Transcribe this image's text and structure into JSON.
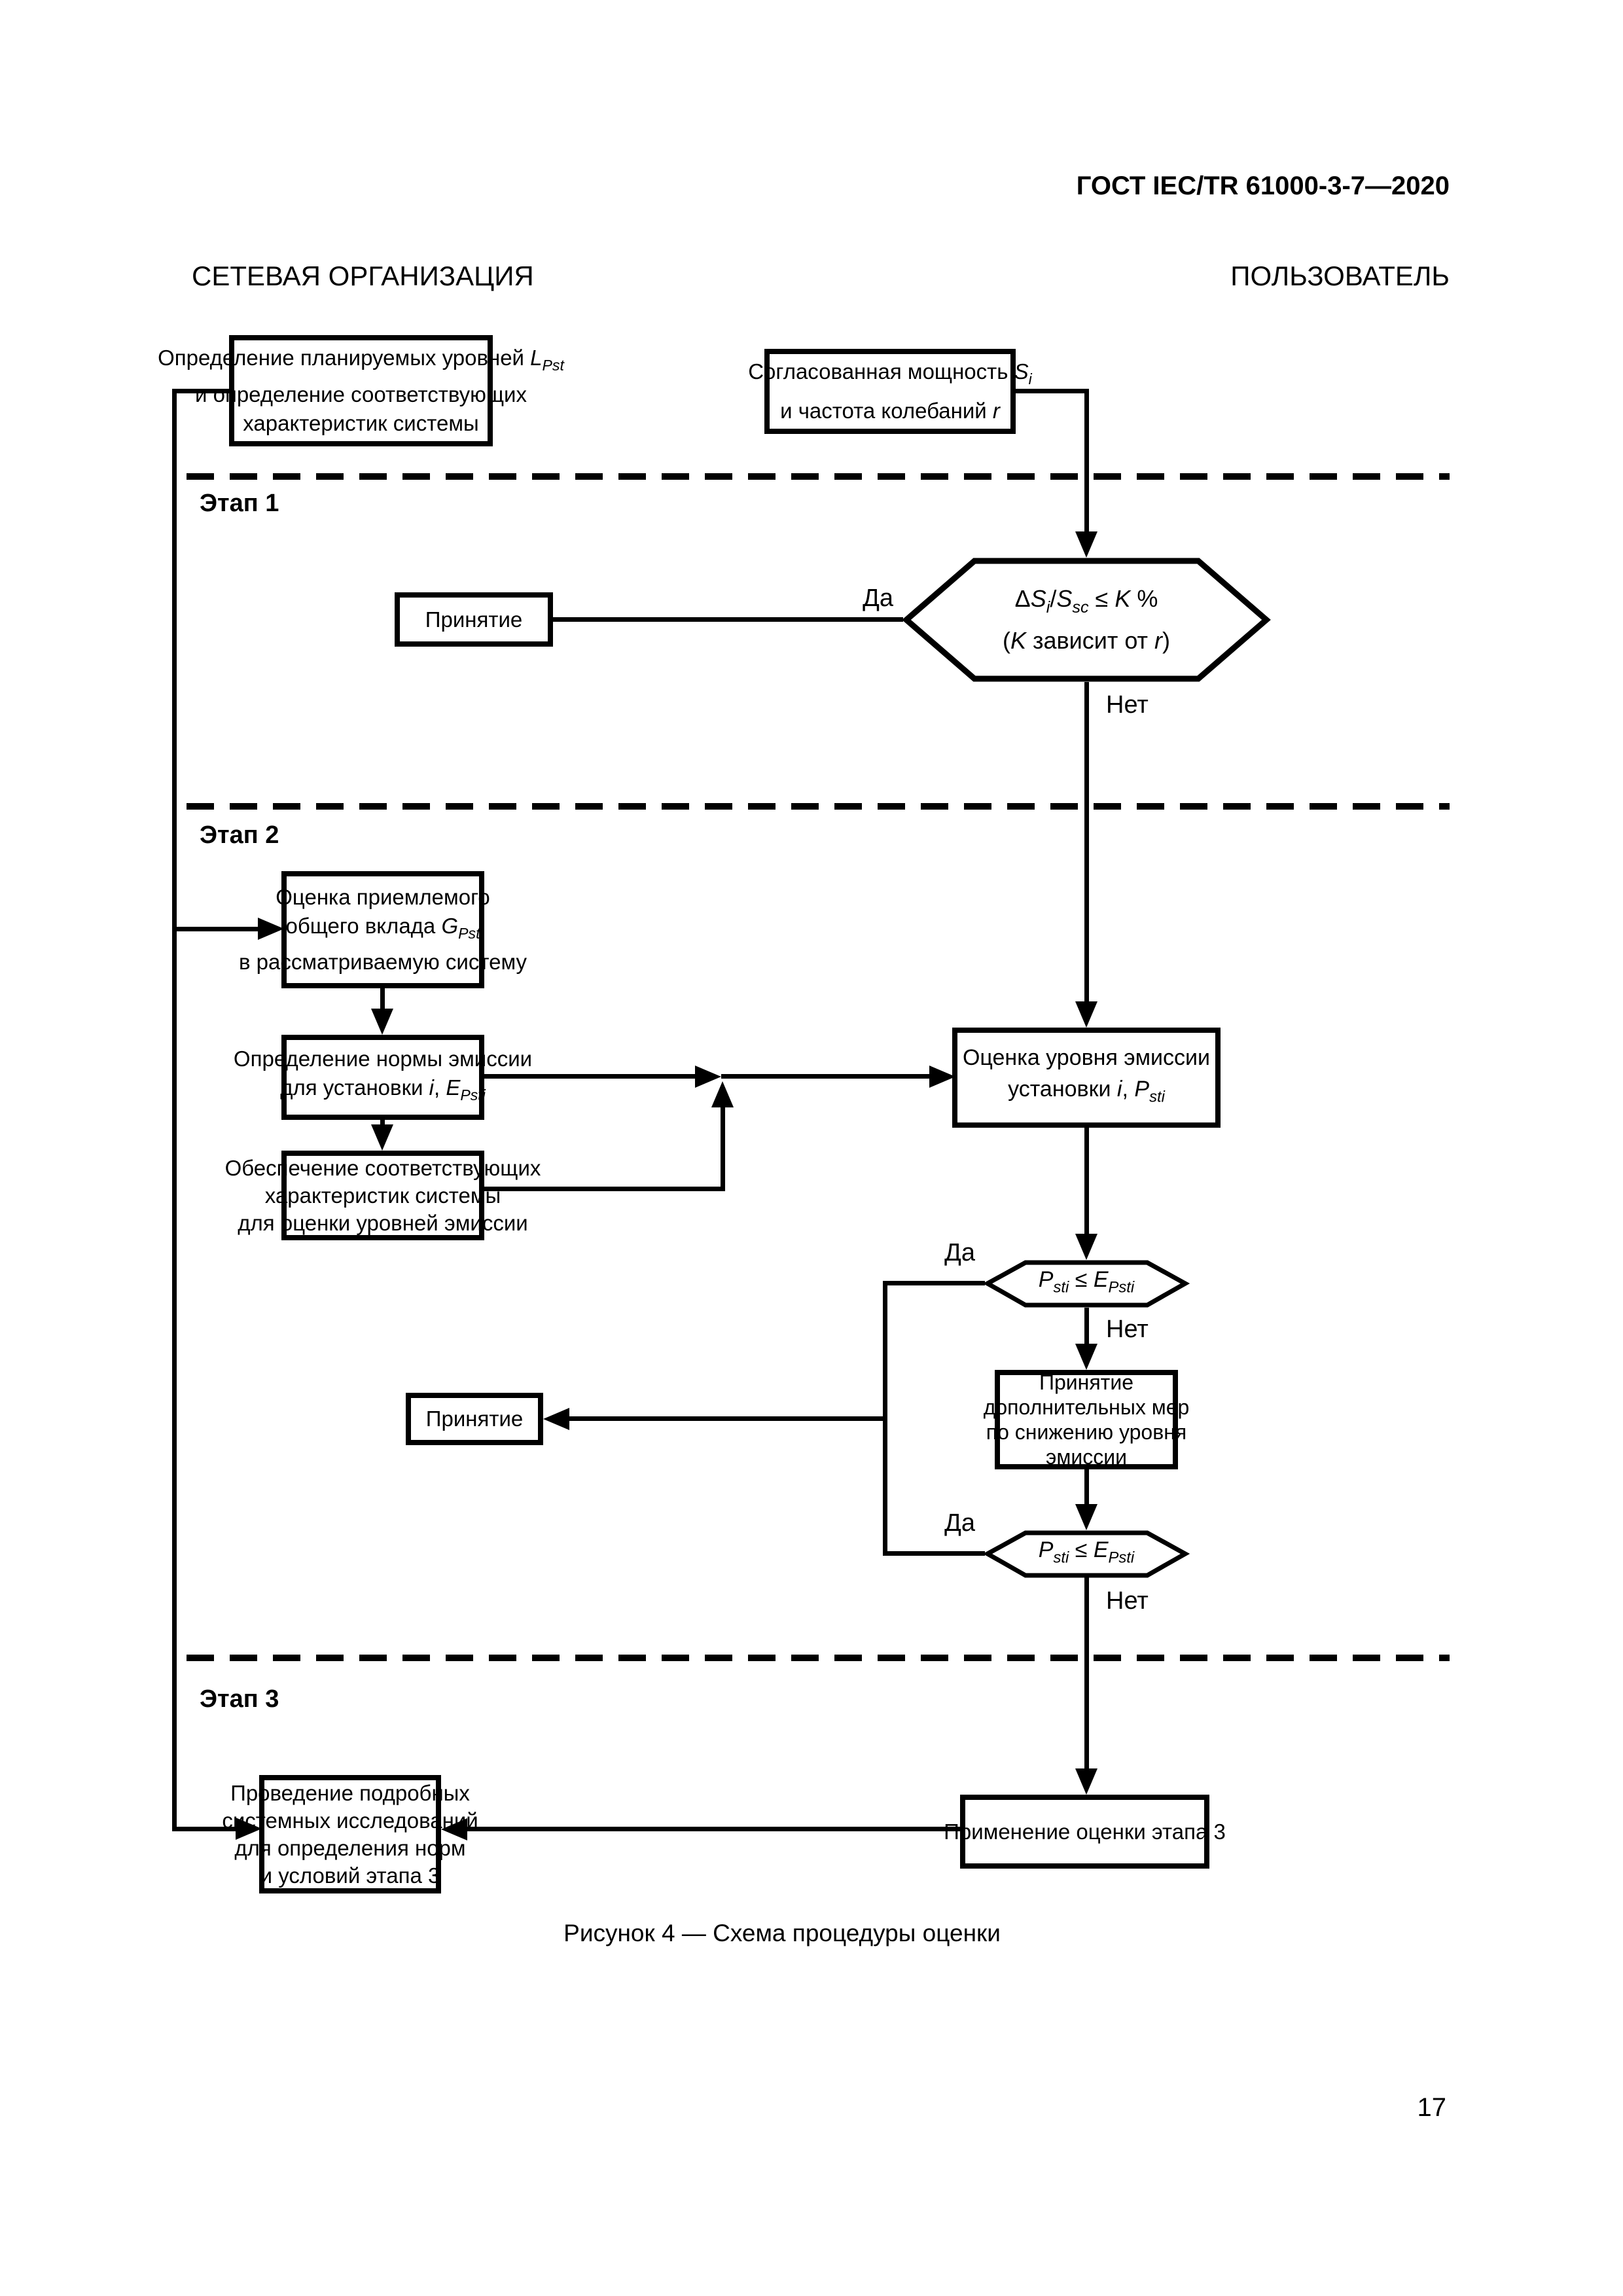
{
  "page": {
    "header": "ГОСТ IEC/TR 61000-3-7—2020",
    "left_column_title": "СЕТЕВАЯ ОРГАНИЗАЦИЯ",
    "right_column_title": "ПОЛЬЗОВАТЕЛЬ",
    "caption": "Рисунок 4 — Схема процедуры оценки",
    "page_number": "17"
  },
  "colors": {
    "ink": "#000000",
    "paper": "#ffffff"
  },
  "labels": {
    "yes": "Да",
    "no": "Нет"
  },
  "stages": [
    "Этап 1",
    "Этап 2",
    "Этап 3"
  ],
  "nodes": {
    "plan_levels": {
      "lines": [
        [
          "Определение планируемых уровней ",
          {
            "t": "L",
            "s": "i"
          },
          {
            "t": "Pst",
            "s": "sub"
          }
        ],
        [
          "и определение соответствующих"
        ],
        [
          "характеристик системы"
        ]
      ]
    },
    "agreed_power": {
      "lines": [
        [
          "Согласованная мощность ",
          {
            "t": "S",
            "s": "i"
          },
          {
            "t": "i",
            "s": "sub"
          }
        ],
        [
          "и частота колебаний ",
          {
            "t": "r",
            "s": "i"
          }
        ]
      ]
    },
    "stage1_decision": {
      "lines": [
        [
          "Δ",
          {
            "t": "S",
            "s": "i"
          },
          {
            "t": "i",
            "s": "sub"
          },
          "/",
          {
            "t": "S",
            "s": "i"
          },
          {
            "t": "sc",
            "s": "sub"
          },
          " ≤ ",
          {
            "t": "K",
            "s": "i"
          },
          " %"
        ],
        [
          "(",
          {
            "t": "K",
            "s": "i"
          },
          " зависит от ",
          {
            "t": "r",
            "s": "i"
          },
          ")"
        ]
      ]
    },
    "acceptance_stage1": {
      "lines": [
        [
          "Принятие"
        ]
      ]
    },
    "total_contribution": {
      "lines": [
        [
          "Оценка приемлемого"
        ],
        [
          "общего вклада ",
          {
            "t": "G",
            "s": "i"
          },
          {
            "t": "Pst",
            "s": "sub"
          }
        ],
        [
          "в рассматриваемую систему"
        ]
      ]
    },
    "emission_limit": {
      "lines": [
        [
          "Определение нормы эмиссии"
        ],
        [
          "для установки ",
          {
            "t": "i",
            "s": "i"
          },
          ", ",
          {
            "t": "E",
            "s": "i"
          },
          {
            "t": "Psti",
            "s": "sub"
          }
        ]
      ]
    },
    "system_chars": {
      "lines": [
        [
          "Обеспечение соответствующих"
        ],
        [
          "характеристик системы"
        ],
        [
          "для оценки уровней эмиссии"
        ]
      ]
    },
    "emission_level": {
      "lines": [
        [
          "Оценка уровня эмиссии"
        ],
        [
          "установки ",
          {
            "t": "i",
            "s": "i"
          },
          ", ",
          {
            "t": "P",
            "s": "i"
          },
          {
            "t": "sti",
            "s": "sub"
          }
        ]
      ]
    },
    "stage2_decision_first": {
      "lines": [
        [
          {
            "t": "P",
            "s": "i"
          },
          {
            "t": "sti",
            "s": "sub"
          },
          " ≤ ",
          {
            "t": "E",
            "s": "i"
          },
          {
            "t": "Psti",
            "s": "sub"
          }
        ]
      ]
    },
    "additional_measures": {
      "lines": [
        [
          "Принятие"
        ],
        [
          "дополнительных мер"
        ],
        [
          "по снижению уровня"
        ],
        [
          "эмиссии"
        ]
      ]
    },
    "stage2_decision_second": {
      "lines": [
        [
          {
            "t": "P",
            "s": "i"
          },
          {
            "t": "sti",
            "s": "sub"
          },
          " ≤ ",
          {
            "t": "E",
            "s": "i"
          },
          {
            "t": "Psti",
            "s": "sub"
          }
        ]
      ]
    },
    "acceptance_stage2": {
      "lines": [
        [
          "Принятие"
        ]
      ]
    },
    "detailed_studies": {
      "lines": [
        [
          "Проведение подробных"
        ],
        [
          "системных исследований"
        ],
        [
          "для определения норм"
        ],
        [
          "и условий этапа 3"
        ]
      ]
    },
    "stage3_assessment": {
      "lines": [
        [
          "Применение оценки этапа 3"
        ]
      ]
    }
  }
}
